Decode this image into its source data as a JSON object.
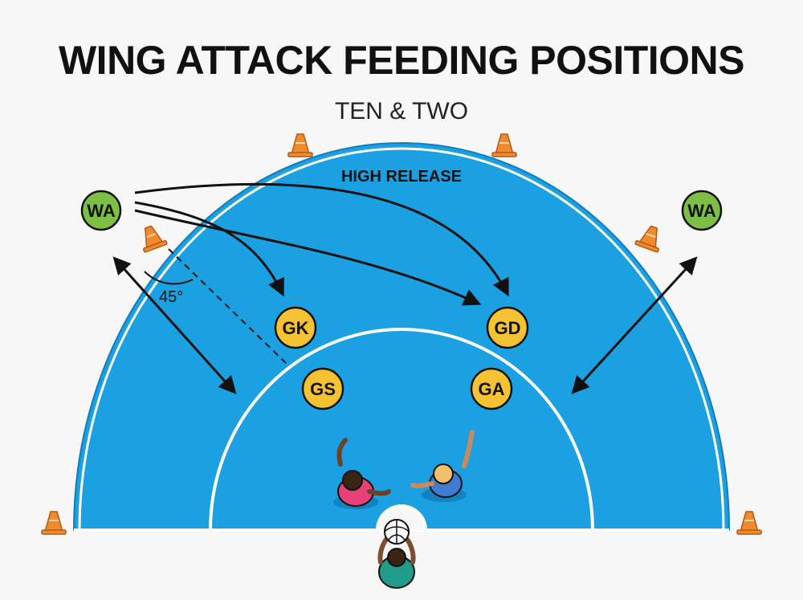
{
  "title": "WING ATTACK FEEDING POSITIONS",
  "subtitle": "TEN & TWO",
  "zone_label": "HIGH RELEASE",
  "angle_label": "45°",
  "colors": {
    "court": "#1ba0e2",
    "court_line": "#ffffff",
    "background": "#f7f7f7",
    "wing_marker": "#7dbf45",
    "circle_marker": "#f5c233",
    "cone": "#f08a2c",
    "arrow": "#111111"
  },
  "players": {
    "wa_left": "WA",
    "wa_right": "WA",
    "gk": "GK",
    "gd": "GD",
    "gs": "GS",
    "ga": "GA"
  },
  "icons": {
    "cone": "traffic-cone-icon",
    "ball": "netball-icon",
    "player": "player-topdown-icon"
  }
}
